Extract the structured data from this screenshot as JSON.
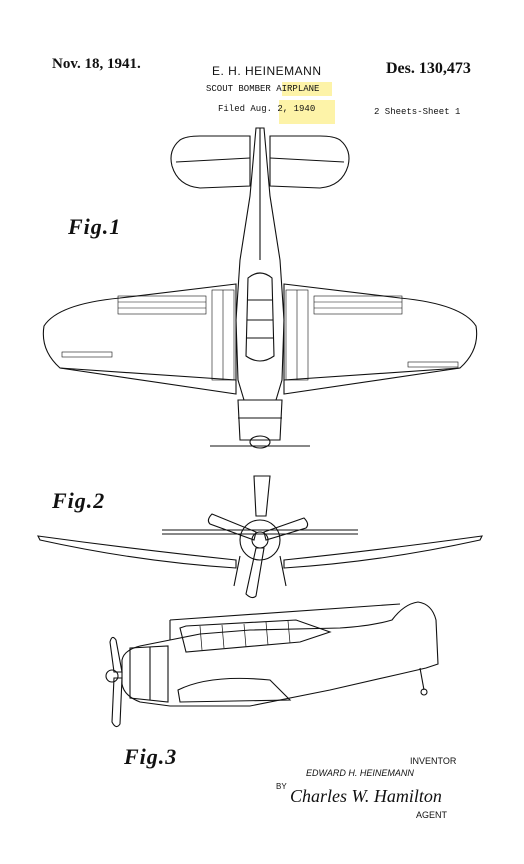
{
  "header": {
    "date": "Nov. 18, 1941.",
    "inventor": "E. H. HEINEMANN",
    "design_number": "Des. 130,473",
    "title": "SCOUT BOMBER AIRPLANE",
    "filed": "Filed Aug. 2, 1940",
    "sheets": "2 Sheets-Sheet 1"
  },
  "figures": {
    "fig1_label": "Fig.1",
    "fig2_label": "Fig.2",
    "fig3_label": "Fig.3"
  },
  "signature": {
    "inventor_label": "INVENTOR",
    "inventor_name": "EDWARD H. HEINEMANN",
    "by_label": "BY",
    "agent_signature": "Charles W. Hamilton",
    "agent_label": "AGENT"
  },
  "colors": {
    "highlight": "#fdf3a8",
    "ink": "#111111"
  }
}
